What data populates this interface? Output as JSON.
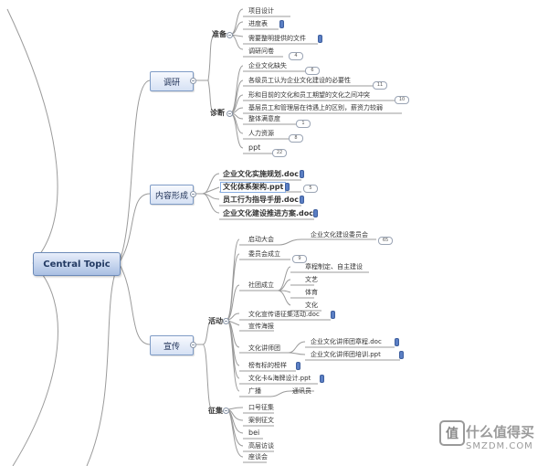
{
  "central": "Central Topic",
  "branches": {
    "research": {
      "label": "调研",
      "prep": {
        "label": "准备",
        "items": [
          {
            "text": "项目设计"
          },
          {
            "text": "进度表",
            "clip": true
          },
          {
            "text": "需要整明提供的文件",
            "clip": true
          },
          {
            "text": "调研问卷",
            "badge": "4"
          }
        ]
      },
      "diag": {
        "label": "诊断",
        "items": [
          {
            "text": "企业文化缺失",
            "badge": "6"
          },
          {
            "text": "各级员工认为企业文化建设的必要性",
            "badge": "11"
          },
          {
            "text": "形和目前的文化和员工期望的文化之间冲突",
            "badge": "10"
          },
          {
            "text": "基层员工和管理层在待遇上的区别，薪资力较弱"
          },
          {
            "text": "整体满意度",
            "badge": "1"
          },
          {
            "text": "人力资源",
            "badge": "8"
          },
          {
            "text": "ppt",
            "badge": "22"
          }
        ]
      }
    },
    "content": {
      "label": "内容形成",
      "items": [
        {
          "text": "企业文化实施规划.doc",
          "clip": true
        },
        {
          "text": "文化体系架构.ppt",
          "clip": true,
          "badge": "5"
        },
        {
          "text": "员工行为指导手册.doc",
          "clip": true
        },
        {
          "text": "企业文化建设推进方案.doc",
          "clip": true
        }
      ]
    },
    "promo": {
      "label": "宣传",
      "act": {
        "label": "活动",
        "kickoff": {
          "text": "启动大会",
          "child": "企业文化建设委员会",
          "badge": "65"
        },
        "committee": {
          "text": "委员会成立",
          "badge": "9"
        },
        "groups": {
          "text": "社团成立",
          "children": [
            {
              "text": "章程制定、自主建设"
            },
            {
              "text": "文艺"
            },
            {
              "text": "体育"
            },
            {
              "text": "文化"
            }
          ]
        },
        "essay": {
          "text": "文化宣传语征集活动.doc",
          "clip": true
        },
        "poster": {
          "text": "宣传海报"
        },
        "lecture": {
          "text": "文化讲师团",
          "children": [
            {
              "text": "企业文化讲师团章程.doc",
              "clip": true
            },
            {
              "text": "企业文化讲师团培训.ppt",
              "clip": true
            }
          ]
        },
        "showcase": {
          "text": "榜有标的榜样",
          "clip": true
        },
        "card": {
          "text": "文化卡&海牌设计.ppt",
          "clip": true
        },
        "broadcast": {
          "text": "广播",
          "child": "通讯员"
        }
      },
      "collect": {
        "label": "征集",
        "items": [
          {
            "text": "口号征集"
          },
          {
            "text": "案例征文"
          },
          {
            "text": "bei"
          },
          {
            "text": "高层访谈"
          },
          {
            "text": "座谈会"
          }
        ]
      }
    }
  },
  "watermark": {
    "icon": "值",
    "title": "什么值得买",
    "sub": "SMZDM.COM"
  },
  "colors": {
    "link": "#9a9a9a",
    "node_border": "#7f9cc6",
    "clip": "#5b7fc4"
  }
}
